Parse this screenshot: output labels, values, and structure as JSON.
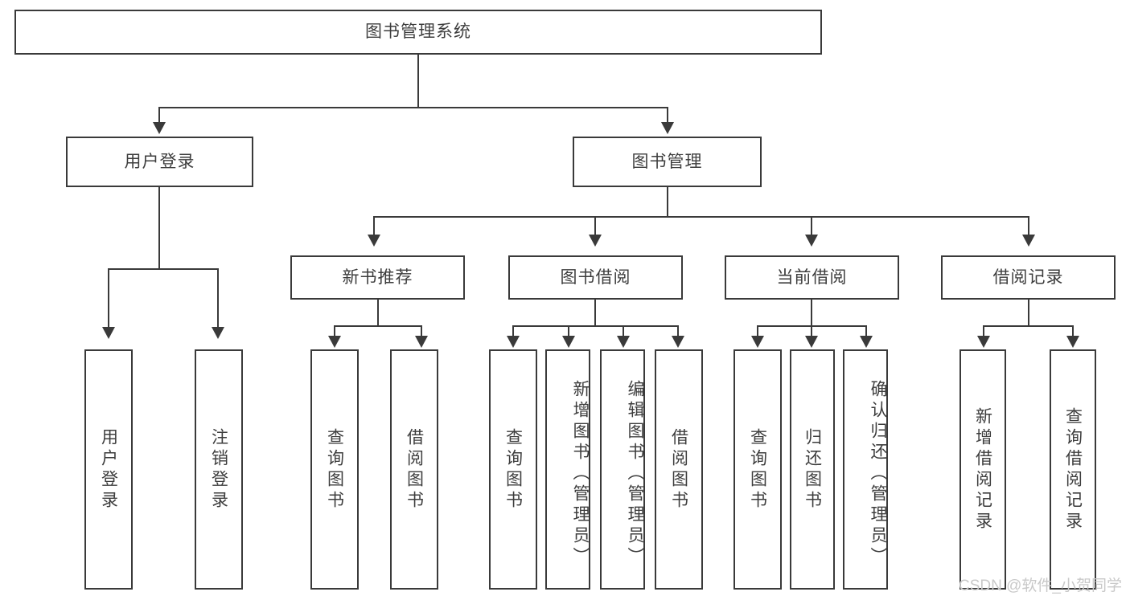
{
  "diagram": {
    "type": "tree-hierarchy-flowchart",
    "title": "图书管理系统",
    "root": {
      "id": "root",
      "label": "图书管理系统"
    },
    "level1": [
      {
        "id": "user-login",
        "label": "用户登录"
      },
      {
        "id": "book-management",
        "label": "图书管理"
      }
    ],
    "level2": [
      {
        "id": "new-book-recommend",
        "label": "新书推荐",
        "parent": "book-management"
      },
      {
        "id": "book-borrow",
        "label": "图书借阅",
        "parent": "book-management"
      },
      {
        "id": "current-borrow",
        "label": "当前借阅",
        "parent": "book-management"
      },
      {
        "id": "borrow-record",
        "label": "借阅记录",
        "parent": "book-management"
      }
    ],
    "leaves": {
      "user-login": [
        {
          "id": "leaf-user-login",
          "label": "用户登录"
        },
        {
          "id": "leaf-logout",
          "label": "注销登录"
        }
      ],
      "new-book-recommend": [
        {
          "id": "leaf-query-book-1",
          "label": "查询图书"
        },
        {
          "id": "leaf-borrow-book-1",
          "label": "借阅图书"
        }
      ],
      "book-borrow": [
        {
          "id": "leaf-query-book-2",
          "label": "查询图书"
        },
        {
          "id": "leaf-add-book",
          "label": "新增图书（管理员）"
        },
        {
          "id": "leaf-edit-book",
          "label": "编辑图书（管理员）"
        },
        {
          "id": "leaf-borrow-book-2",
          "label": "借阅图书"
        }
      ],
      "current-borrow": [
        {
          "id": "leaf-query-book-3",
          "label": "查询图书"
        },
        {
          "id": "leaf-return-book",
          "label": "归还图书"
        },
        {
          "id": "leaf-confirm-return",
          "label": "确认归还（管理员）"
        }
      ],
      "borrow-record": [
        {
          "id": "leaf-add-record",
          "label": "新增借阅记录"
        },
        {
          "id": "leaf-query-record",
          "label": "查询借阅记录"
        }
      ]
    }
  },
  "watermark": {
    "text": "CSDN @软件_小贺同学"
  },
  "colors": {
    "stroke": "#3a3a3a",
    "text": "#3d3d3d",
    "background": "#ffffff",
    "watermark": "#c9c9c9"
  }
}
